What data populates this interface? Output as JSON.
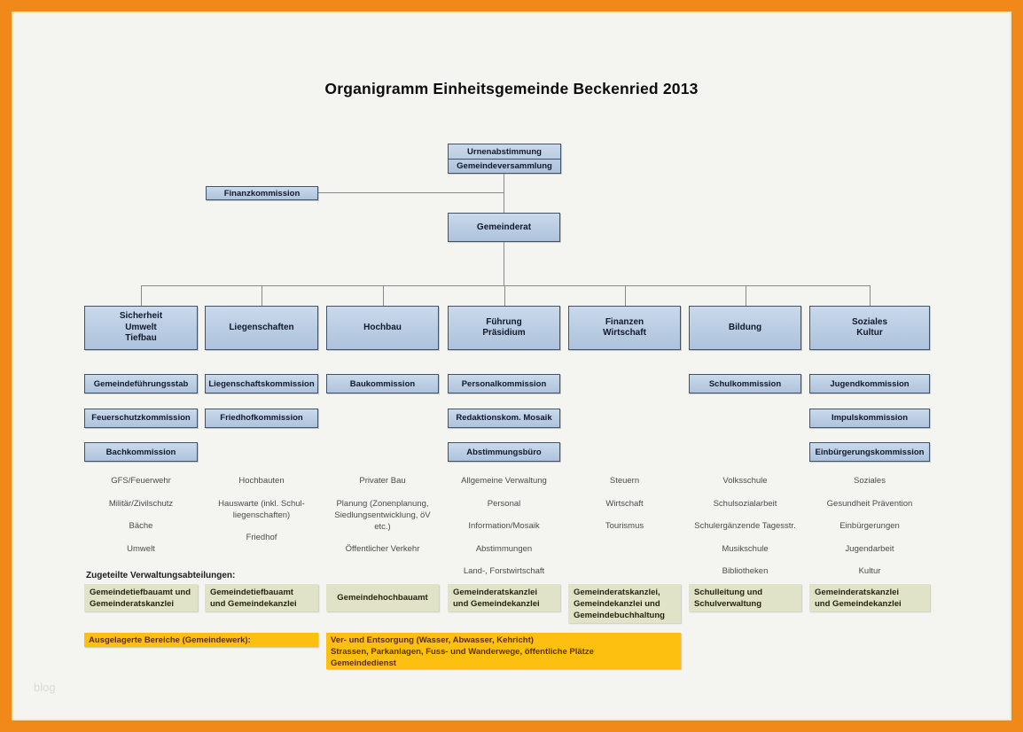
{
  "colors": {
    "frame": "#f0891a",
    "page": "#f4f4f0",
    "box_fill": "#b9cce2",
    "box_border": "#3f546a",
    "admin_fill": "#e0e3c8",
    "outsourced_fill": "#fdc011",
    "line": "#8a8a8a"
  },
  "title": "Organigramm Einheitsgemeinde Beckenried 2013",
  "top": {
    "urnenabstimmung": "Urnenabstimmung",
    "gemeindeversammlung": "Gemeindeversammlung",
    "finanzkommission": "Finanzkommission",
    "gemeinderat": "Gemeinderat"
  },
  "columns": [
    {
      "title": "Sicherheit\nUmwelt\nTiefbau",
      "commissions": [
        "Gemeindeführungsstab",
        "Feuerschutzkommission",
        "Bachkommission"
      ],
      "tasks": [
        "GFS/Feuerwehr",
        "Militär/Zivilschutz",
        "Bäche",
        "Umwelt"
      ],
      "admin": "Gemeindetiefbauamt und\nGemeinderatskanzlei"
    },
    {
      "title": "Liegenschaften",
      "commissions": [
        "Liegenschaftskommission",
        "Friedhofkommission"
      ],
      "tasks": [
        "Hochbauten",
        "Hauswarte (inkl. Schul-\nliegenschaften)",
        "Friedhof"
      ],
      "admin": "Gemeindetiefbauamt\nund Gemeindekanzlei"
    },
    {
      "title": "Hochbau",
      "commissions": [
        "Baukommission"
      ],
      "tasks": [
        "Privater Bau",
        "Planung (Zonenplanung,\nSiedlungsentwicklung, öV etc.)",
        "Öffentlicher Verkehr"
      ],
      "admin": "Gemeindehochbauamt"
    },
    {
      "title": "Führung\nPräsidium",
      "commissions": [
        "Personalkommission",
        "Redaktionskom. Mosaik",
        "Abstimmungsbüro"
      ],
      "tasks": [
        "Allgemeine Verwaltung",
        "Personal",
        "Information/Mosaik",
        "Abstimmungen",
        "Land-, Forstwirtschaft"
      ],
      "admin": "Gemeinderatskanzlei\nund Gemeindekanzlei"
    },
    {
      "title": "Finanzen\nWirtschaft",
      "commissions": [],
      "tasks": [
        "Steuern",
        "Wirtschaft",
        "Tourismus"
      ],
      "admin": "Gemeinderatskanzlei,\nGemeindekanzlei und\nGemeindebuchhaltung"
    },
    {
      "title": "Bildung",
      "commissions": [
        "Schulkommission"
      ],
      "tasks": [
        "Volksschule",
        "Schulsozialarbeit",
        "Schulergänzende Tagesstr.",
        "Musikschule",
        "Bibliotheken"
      ],
      "admin": "Schulleitung und\nSchulverwaltung"
    },
    {
      "title": "Soziales\nKultur",
      "commissions": [
        "Jugendkommission",
        "Impulskommission",
        "Einbürgerungskommission"
      ],
      "tasks": [
        "Soziales",
        "Gesundheit Prävention",
        "Einbürgerungen",
        "Jugendarbeit",
        "Kultur"
      ],
      "admin": "Gemeinderatskanzlei\nund Gemeindekanzlei"
    }
  ],
  "assigned_label": "Zugeteilte Verwaltungsabteilungen:",
  "outsourced": {
    "label": "Ausgelagerte Bereiche (Gemeindewerk):",
    "lines": [
      "Ver- und Entsorgung (Wasser, Abwasser, Kehricht)",
      "Strassen, Parkanlagen, Fuss- und Wanderwege, öffentliche Plätze",
      "Gemeindedienst"
    ]
  },
  "watermark": "blog"
}
